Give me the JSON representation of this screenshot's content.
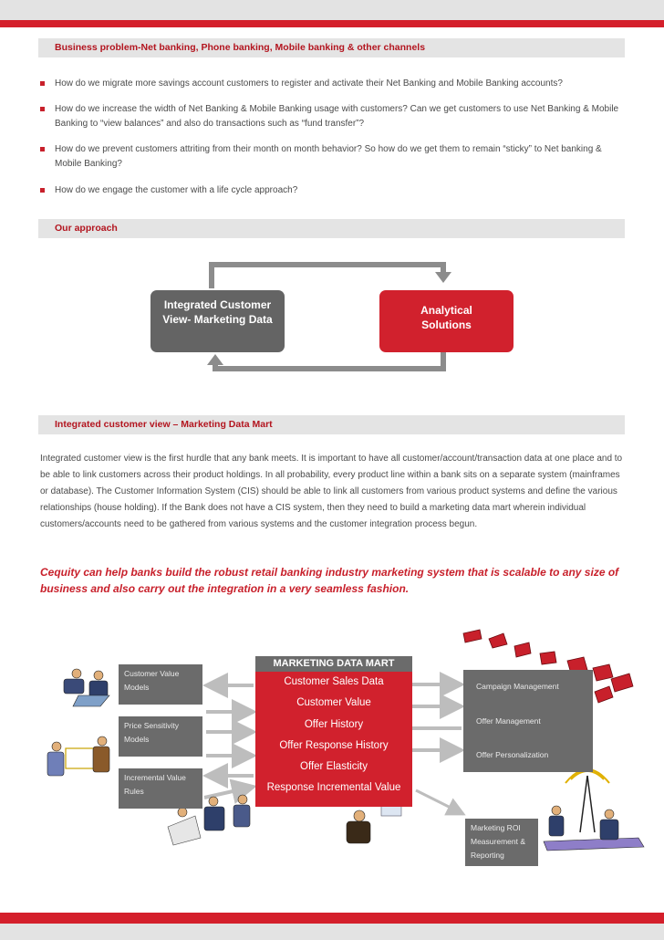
{
  "sections": {
    "business_problem": "Business problem-Net banking, Phone banking, Mobile banking & other channels",
    "our_approach": "Our approach",
    "integrated_view": "Integrated customer view – Marketing Data Mart"
  },
  "bullets": [
    "How do we migrate more savings account customers to register and activate their Net Banking and Mobile Banking accounts?",
    "How do we increase the width of Net Banking & Mobile Banking usage with customers? Can we get customers to use Net Banking & Mobile Banking  to “view balances” and also do transactions such as “fund transfer”?",
    "How do we prevent customers attriting from their month on month behavior? So how do we get them to remain “sticky” to Net banking & Mobile Banking?",
    "How do we engage the customer with a life cycle approach?"
  ],
  "approach": {
    "left_box": "Integrated Customer View- Marketing Data",
    "right_box": "Analytical Solutions"
  },
  "paragraph": "Integrated customer view is the first hurdle that any bank meets. It is important to have all customer/account/transaction data at one place and to be able to link customers across their product holdings. In all probability, every product line within a bank sits on a separate system (mainframes or database). The Customer Information System (CIS) should be able to link all customers from various product systems and define the various relationships (house holding). If the Bank does not have a CIS system, then they need to build a marketing data mart wherein individual customers/accounts need to be gathered from various systems and the customer integration process begun.",
  "highlight": "Cequity can help banks build the robust retail banking industry marketing system that is scalable to any size of business and also carry out the integration in a very seamless fashion.",
  "diagram": {
    "left_boxes": [
      "Customer Value Models",
      "Price Sensitivity Models",
      "Incremental Value Rules"
    ],
    "mart_title": "MARKETING DATA MART",
    "mart_items": [
      "Customer Sales Data",
      "Customer Value",
      "Offer History",
      "Offer Response History",
      "Offer Elasticity",
      "Response Incremental Value"
    ],
    "right_items": [
      "Campaign Management",
      "Offer Management",
      "Offer Personalization"
    ],
    "roi_box": "Marketing ROI Measurement & Reporting"
  },
  "colors": {
    "accent_red": "#d1212d",
    "section_text": "#b3151f",
    "grey_box": "#646464"
  }
}
